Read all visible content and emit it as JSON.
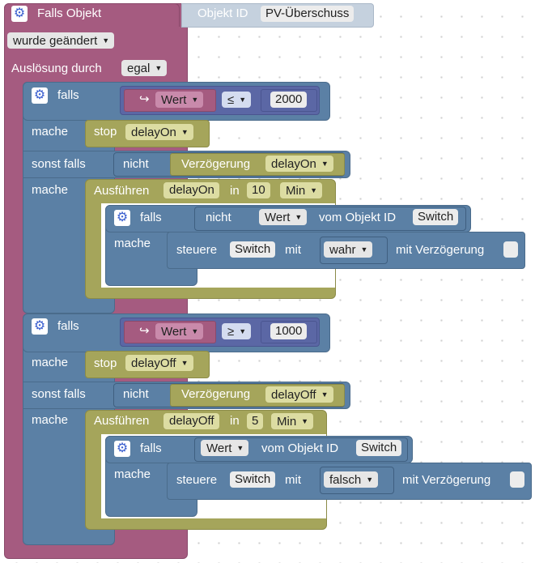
{
  "trigger": {
    "title": "Falls Objekt",
    "object_label": "Objekt ID",
    "object_value": "PV-Überschuss",
    "changed": "wurde geändert",
    "trigger_label": "Auslösung durch",
    "trigger_value": "egal"
  },
  "block1": {
    "if_label": "falls",
    "value_label": "Wert",
    "operator": "≤",
    "number": "2000",
    "do_label": "mache",
    "stop_label": "stop",
    "stop_timer": "delayOn",
    "elseif_label": "sonst falls",
    "not_label": "nicht",
    "delay_label": "Verzögerung",
    "delay_timer": "delayOn",
    "do2_label": "mache",
    "exec_label": "Ausführen",
    "exec_timer": "delayOn",
    "in_label": "in",
    "duration": "10",
    "unit": "Min",
    "inner": {
      "if_label": "falls",
      "not_label": "nicht",
      "value_label": "Wert",
      "from_label": "vom Objekt ID",
      "object": "Switch",
      "do_label": "mache",
      "control_label": "steuere",
      "control_object": "Switch",
      "with_label": "mit",
      "set_value": "wahr",
      "delay_label": "mit Verzögerung"
    }
  },
  "block2": {
    "if_label": "falls",
    "value_label": "Wert",
    "operator": "≥",
    "number": "1000",
    "do_label": "mache",
    "stop_label": "stop",
    "stop_timer": "delayOff",
    "elseif_label": "sonst falls",
    "not_label": "nicht",
    "delay_label": "Verzögerung",
    "delay_timer": "delayOff",
    "do2_label": "mache",
    "exec_label": "Ausführen",
    "exec_timer": "delayOff",
    "in_label": "in",
    "duration": "5",
    "unit": "Min",
    "inner": {
      "if_label": "falls",
      "value_label": "Wert",
      "from_label": "vom Objekt ID",
      "object": "Switch",
      "do_label": "mache",
      "control_label": "steuere",
      "control_object": "Switch",
      "with_label": "mit",
      "set_value": "falsch",
      "delay_label": "mit Verzögerung"
    }
  },
  "icons": {
    "gear": "gear-icon",
    "arrow": "return-arrow-icon",
    "dropdown": "triangle-down-icon"
  },
  "colors": {
    "event": "#a55b80",
    "control": "#5b80a5",
    "timer": "#a5a55b",
    "value": "#5b67a5"
  }
}
